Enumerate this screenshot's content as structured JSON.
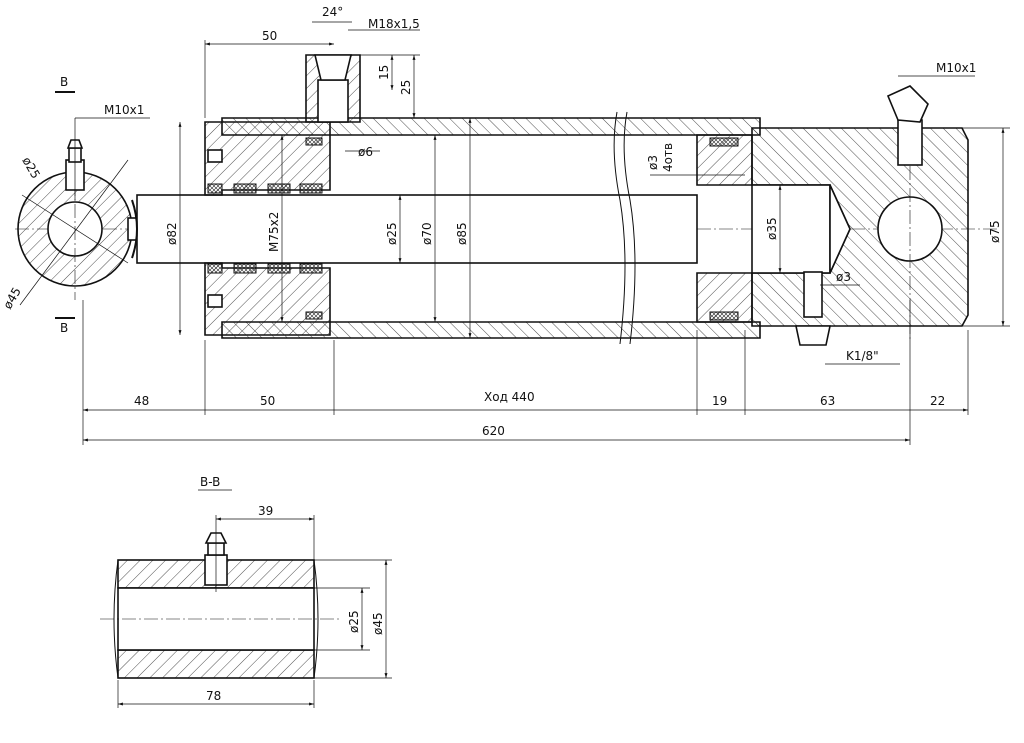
{
  "section_mark": "B",
  "section_title": "B-B",
  "labels": {
    "angle": "24°",
    "port_thread": "M18x1,5",
    "port_depth_15": "15",
    "port_depth_25": "25",
    "dim_50_top": "50",
    "grease_thread_left": "M10x1",
    "grease_thread_right": "M10x1",
    "dia_25_eye": "ø25",
    "dia_45_eye": "ø45",
    "dia_6": "ø6",
    "dia_82": "ø82",
    "thread_m75": "M75x2",
    "dia_25_rod": "ø25",
    "dia_70": "ø70",
    "dia_85": "ø85",
    "dia_3_holes": "ø3",
    "holes_count": "4отв",
    "dia_35": "ø35",
    "dia_3": "ø3",
    "dia_75": "ø75",
    "plug_thread": "K1/8\""
  },
  "bottom_dims": {
    "d48": "48",
    "d50": "50",
    "stroke": "Ход 440",
    "d19": "19",
    "d63": "63",
    "d22": "22",
    "total": "620"
  },
  "section_dims": {
    "d39": "39",
    "d78": "78",
    "dia25": "ø25",
    "dia45": "ø45"
  }
}
